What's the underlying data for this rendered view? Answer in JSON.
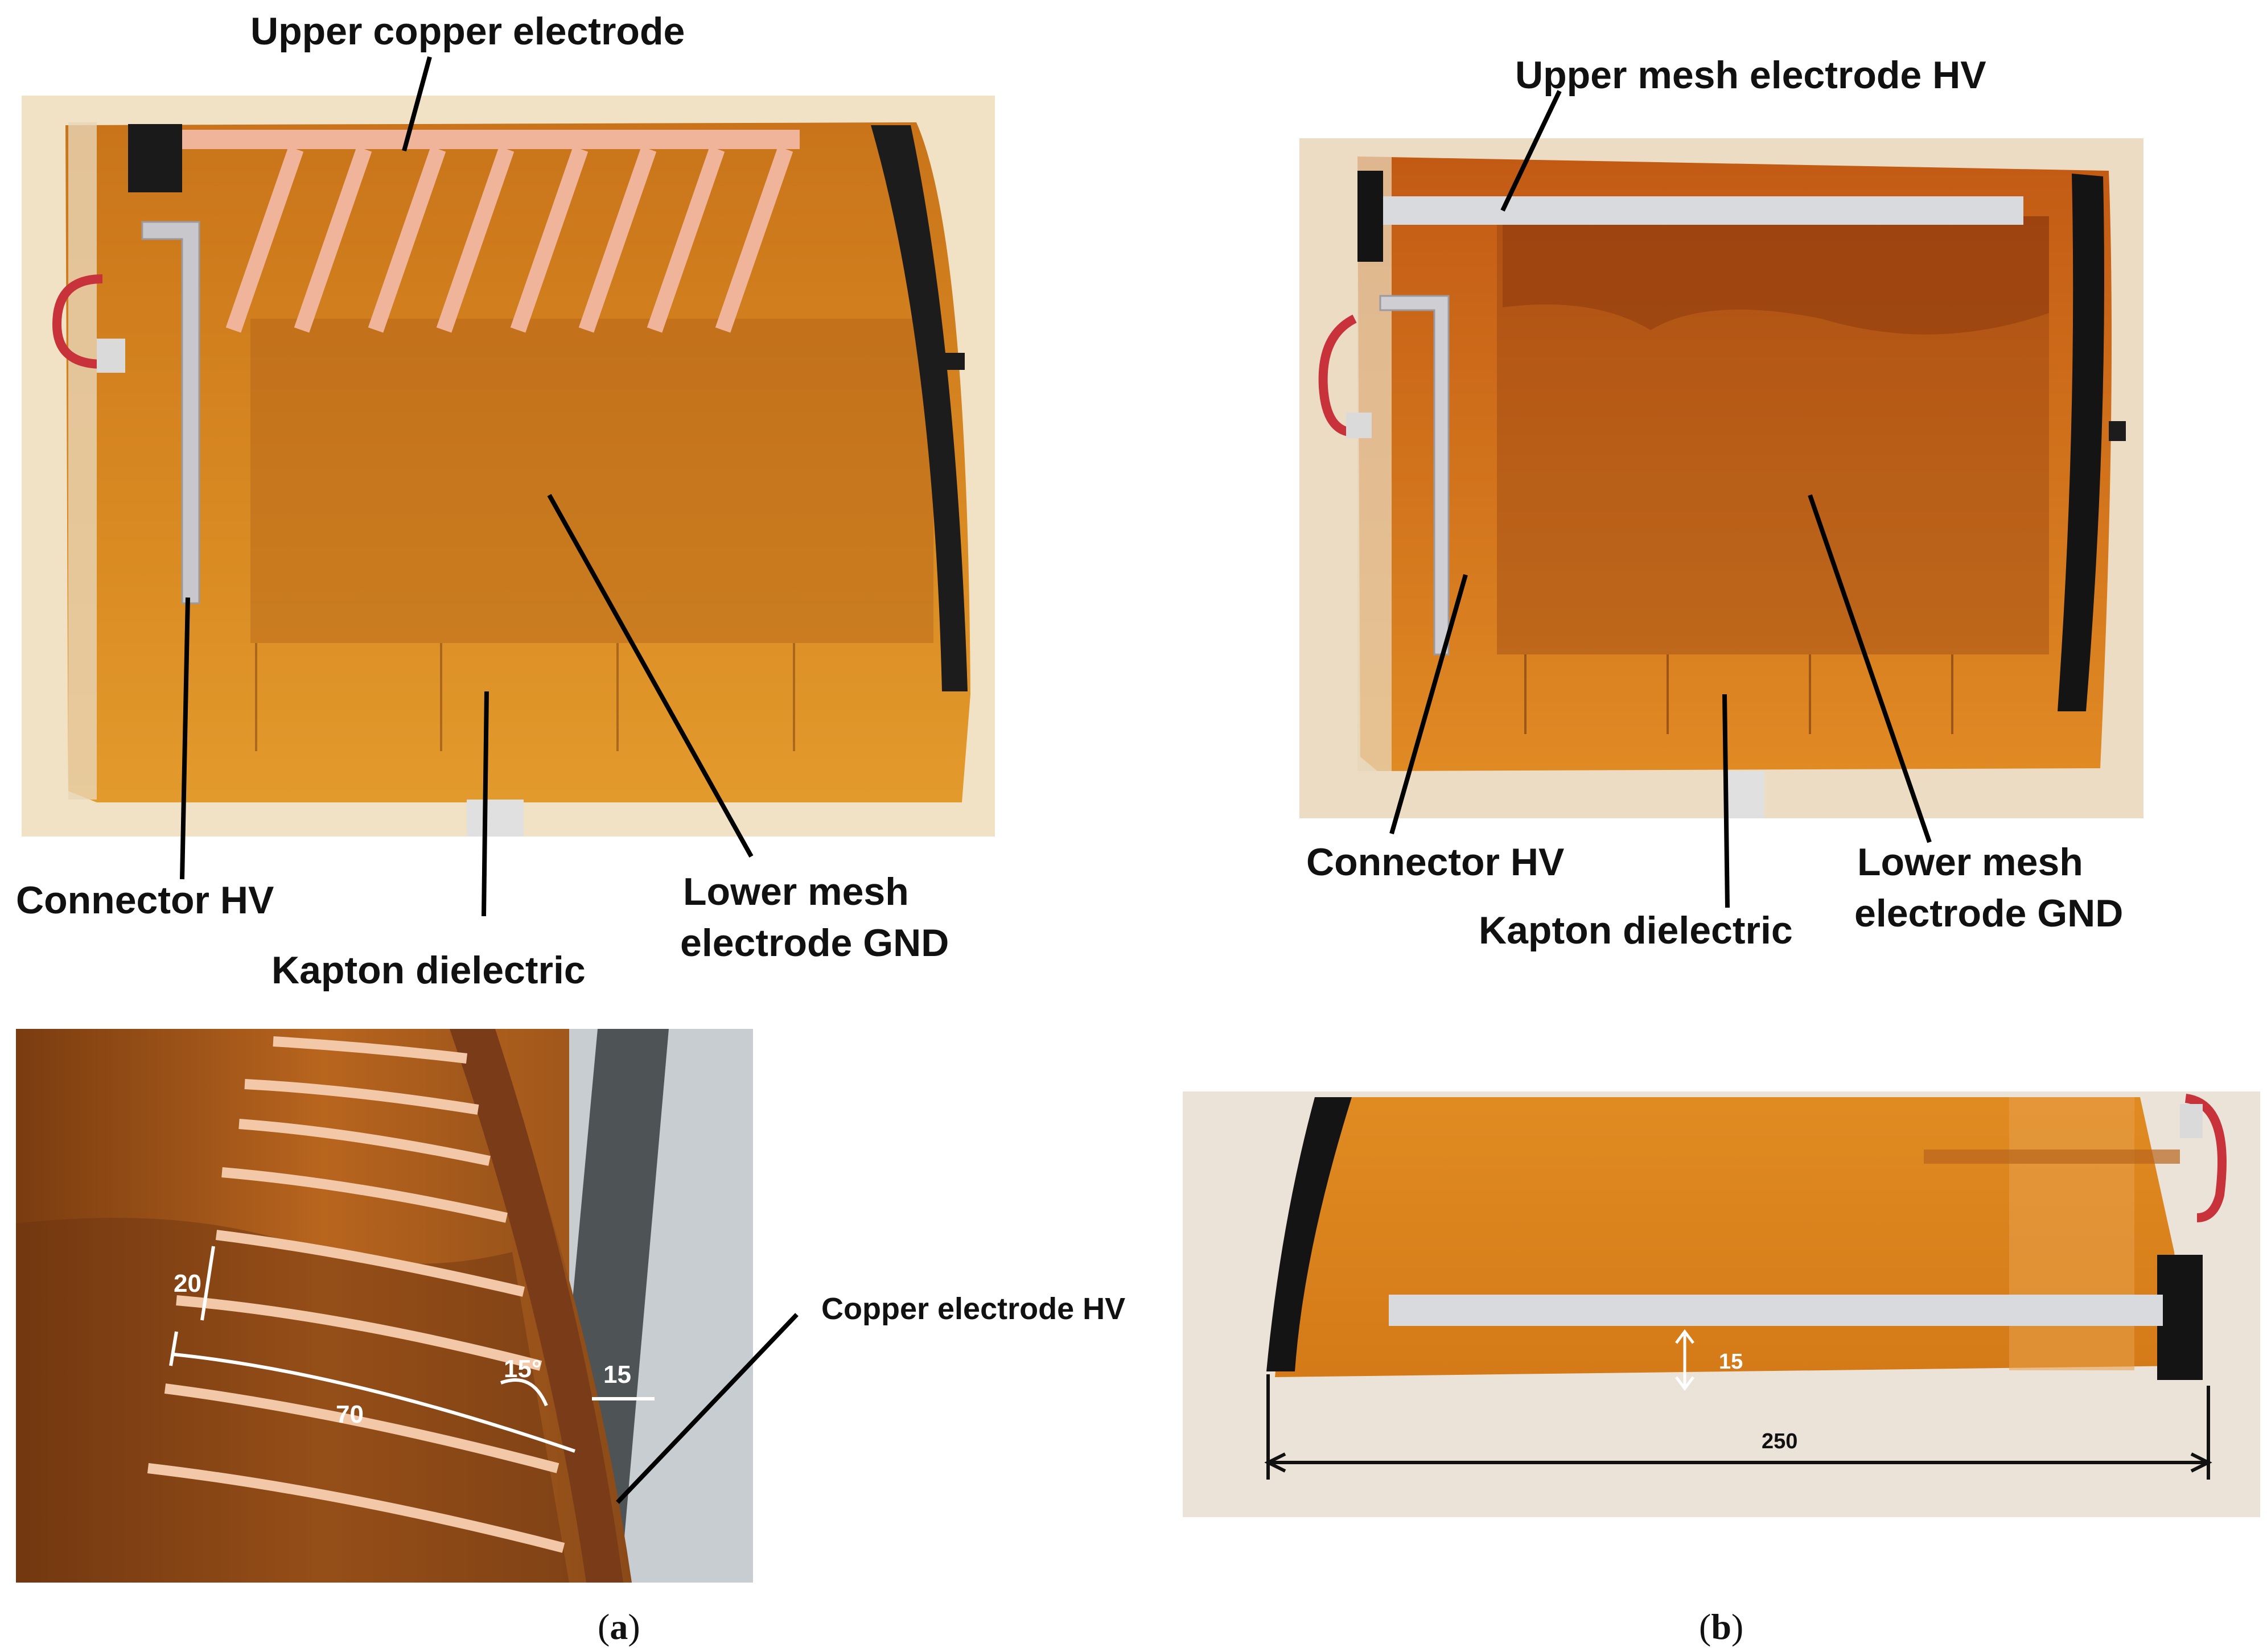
{
  "panel_a": {
    "caption_letter": "a",
    "labels": {
      "upper_copper": "Upper copper electrode",
      "connector_hv": "Connector HV",
      "kapton": "Kapton dielectric",
      "lower_mesh_line1": "Lower mesh",
      "lower_mesh_line2": "electrode GND",
      "copper_hv": "Copper electrode HV"
    },
    "dimensions": {
      "spacing": "20",
      "length": "70",
      "angle": "15°",
      "width": "15"
    }
  },
  "panel_b": {
    "caption_letter": "b",
    "labels": {
      "upper_mesh": "Upper mesh electrode HV",
      "connector_hv": "Connector HV",
      "kapton": "Kapton dielectric",
      "lower_mesh_line1": "Lower mesh",
      "lower_mesh_line2": "electrode GND"
    },
    "dimensions": {
      "width": "15",
      "span": "250"
    }
  },
  "colors": {
    "kapton": "#d98a1e",
    "copper": "#f0b090",
    "mesh": "#d0d0d8",
    "background": "#f2e3c8"
  }
}
